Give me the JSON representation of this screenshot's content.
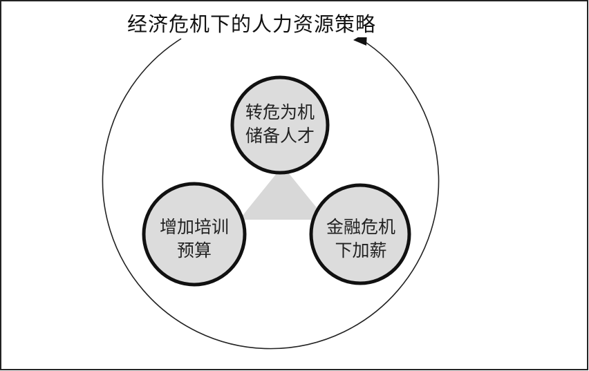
{
  "diagram": {
    "title": "经济危机下的人力资源策略",
    "colors": {
      "circle_fill": "#dcdcdc",
      "circle_stroke": "#111111",
      "triangle_fill": "#d8d8d8",
      "outer_stroke": "#222222"
    },
    "nodes": {
      "top": {
        "line1": "转危为机",
        "line2": "储备人才"
      },
      "left": {
        "line1": "增加培训",
        "line2": "预算"
      },
      "right": {
        "line1": "金融危机",
        "line2": "下加薪"
      }
    }
  }
}
